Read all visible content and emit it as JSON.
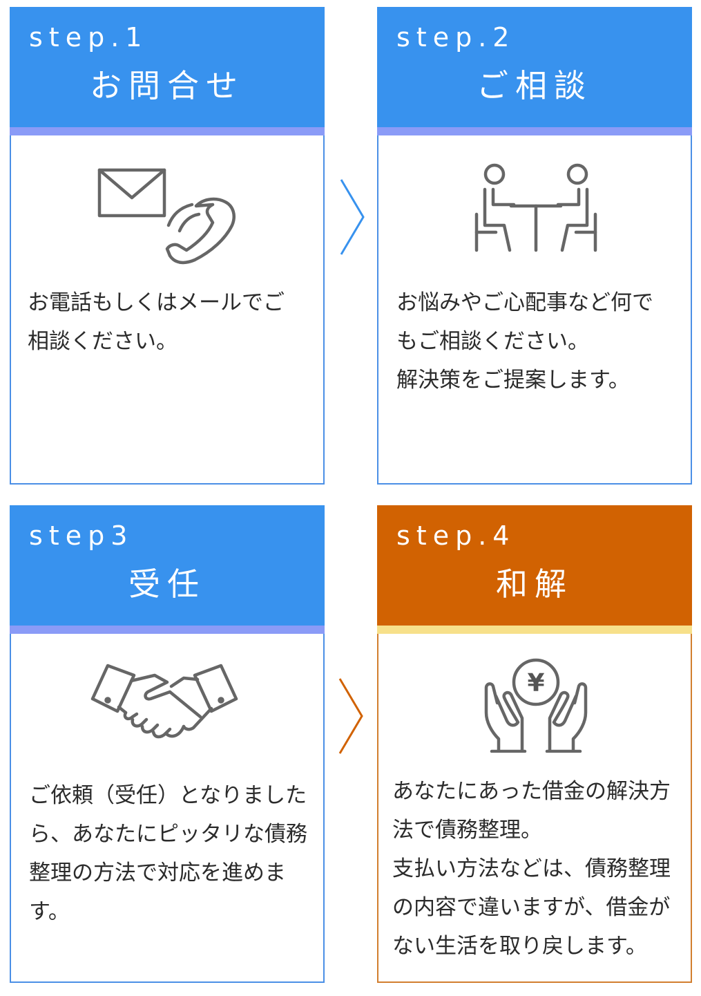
{
  "colors": {
    "blue": "#3892ee",
    "blue_bar": "#8a9bf7",
    "blue_border": "#4a8fe6",
    "orange": "#d16202",
    "yellow_bar": "#f7e08a",
    "orange_border": "#d27e2e",
    "icon_gray": "#666666"
  },
  "steps": [
    {
      "num": "step.1",
      "title": "お問合せ",
      "icon": "mail-phone-icon",
      "text": "お電話もしくはメールでご\n相談ください。"
    },
    {
      "num": "step.2",
      "title": "ご相談",
      "icon": "consultation-icon",
      "text": "お悩みやご心配事など何で\nもご相談ください。\n解決策をご提案します。"
    },
    {
      "num": "step3",
      "title": "受任",
      "icon": "handshake-icon",
      "text": "ご依頼（受任）となりました\nら、あなたにピッタリな債務\n整理の方法で対応を進めま\nす。"
    },
    {
      "num": "step.4",
      "title": "和解",
      "icon": "yen-hands-icon",
      "yen_symbol": "¥",
      "text": "あなたにあった借金の解決方\n法で債務整理。\n支払い方法などは、債務整理\nの内容で違いますが、借金が\nない生活を取り戻します。"
    }
  ]
}
